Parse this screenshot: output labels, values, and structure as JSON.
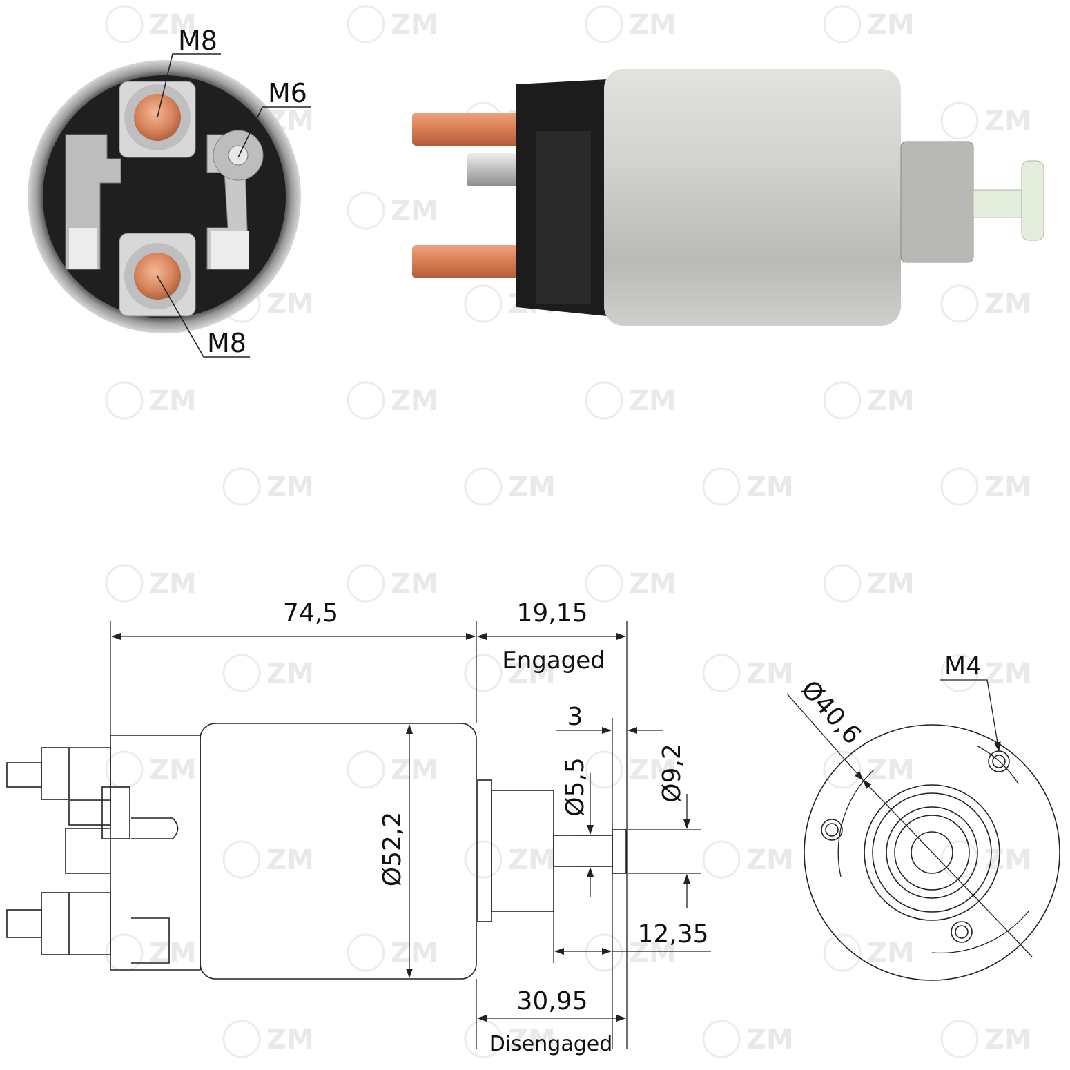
{
  "watermark": "ZM",
  "photo_front": {
    "thread_labels": [
      "M8",
      "M6",
      "M8"
    ]
  },
  "drawing": {
    "overall_length": "74,5",
    "plunger_travel": "19,15",
    "engaged_label": "Engaged",
    "flange_offset": "3",
    "pin_diameter": "Ø5,5",
    "head_diameter": "Ø9,2",
    "body_diameter": "Ø52,2",
    "plunger_length": "12,35",
    "disengaged_length": "30,95",
    "disengaged_label": "Disengaged",
    "bolt_circle": "Ø40,6",
    "mount_thread": "M4"
  },
  "colors": {
    "copper": "#d9835a",
    "steel": "#c9c9c6",
    "housing_black": "#1c1c1c",
    "plunger_tip": "#e4eedd"
  }
}
